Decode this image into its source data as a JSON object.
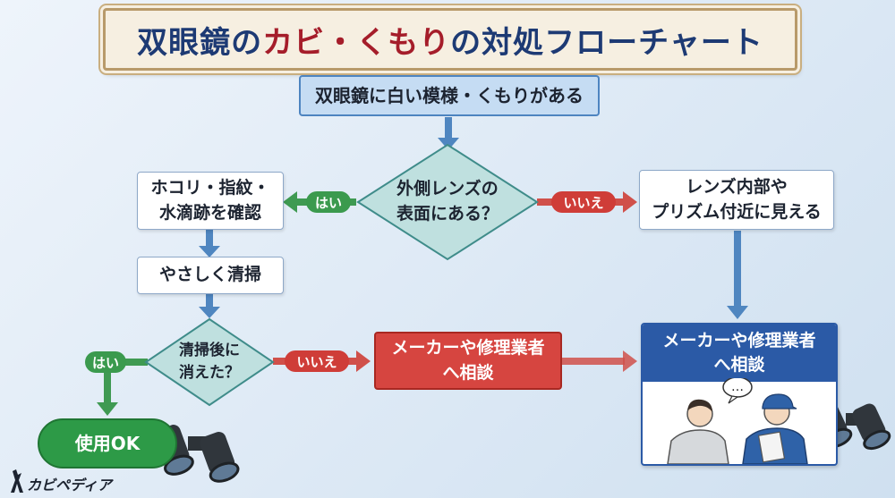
{
  "title": {
    "part1": "双眼鏡の",
    "part2": "カビ・くもり",
    "part3": "の対処フローチャート"
  },
  "start": "双眼鏡に白い模様・くもりがある",
  "decision1": "外側レンズの\n表面にある？",
  "decision1_yes": "はい",
  "decision1_no": "いいえ",
  "check_box": "ホコリ・指紋・\n水滴跡を確認",
  "clean_box": "やさしく清掃",
  "decision2": "清掃後に\n消えた？",
  "decision2_yes": "はい",
  "decision2_no": "いいえ",
  "ok_box": "使用OK",
  "consult_red": "メーカーや修理業者\nへ相談",
  "inside_box": "レンズ内部や\nプリズム付近に見える",
  "consult_blue": "メーカーや修理業者\nへ相談",
  "speech_bubble": "…",
  "logo_text": "カビペディア",
  "colors": {
    "arrow_blue": "#4f86c0",
    "arrow_green": "#3f9a52",
    "arrow_red": "#d0504a",
    "title_navy": "#1d3a74",
    "title_red": "#a51d2a"
  }
}
